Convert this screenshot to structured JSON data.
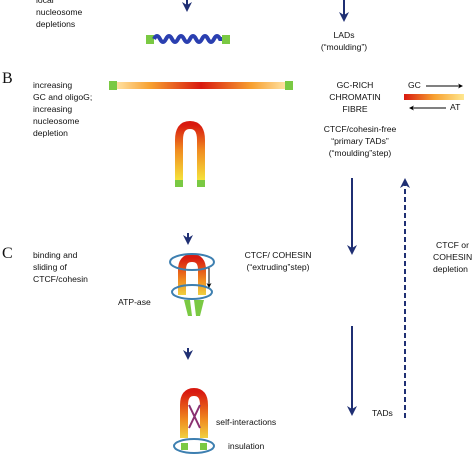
{
  "section_a": {
    "caption_1": "local",
    "caption_2": "nucleosome",
    "caption_3": "depletions",
    "lads_1": "LADs",
    "lads_2": "(“moulding”)"
  },
  "section_b": {
    "letter": "B",
    "caption_1": "increasing",
    "caption_2": "GC and oligoG;",
    "caption_3": "increasing",
    "caption_4": "nucleosome",
    "caption_5": "depletion",
    "fibre_1": "GC-RICH",
    "fibre_2": "CHROMATIN",
    "fibre_3": "FIBRE",
    "legend_gc": "GC",
    "legend_at": "AT",
    "primary_1": "CTCF/cohesin-free",
    "primary_2": "“primary TADs”",
    "primary_3": "(“moulding”step)"
  },
  "section_c": {
    "letter": "C",
    "caption_1": "binding and",
    "caption_2": "sliding of",
    "caption_3": "CTCF/cohesin",
    "atpase": "ATP-ase",
    "extruding_1": "CTCF/ COHESIN",
    "extruding_2": "(“extruding”step)",
    "side_1": "CTCF or",
    "side_2": "COHESIN",
    "side_3": "depletion",
    "self_interactions": "self-interactions",
    "insulation": "insulation",
    "tads": "TADs"
  },
  "colors": {
    "arrow": "#1f2f73",
    "coil": "#2a3fb0",
    "green": "#7ac943",
    "ring": "#3d7fb0",
    "gradient_start": "#ffd38a",
    "gradient_mid": "#d8190f",
    "gradient_end": "#ffd38a"
  }
}
